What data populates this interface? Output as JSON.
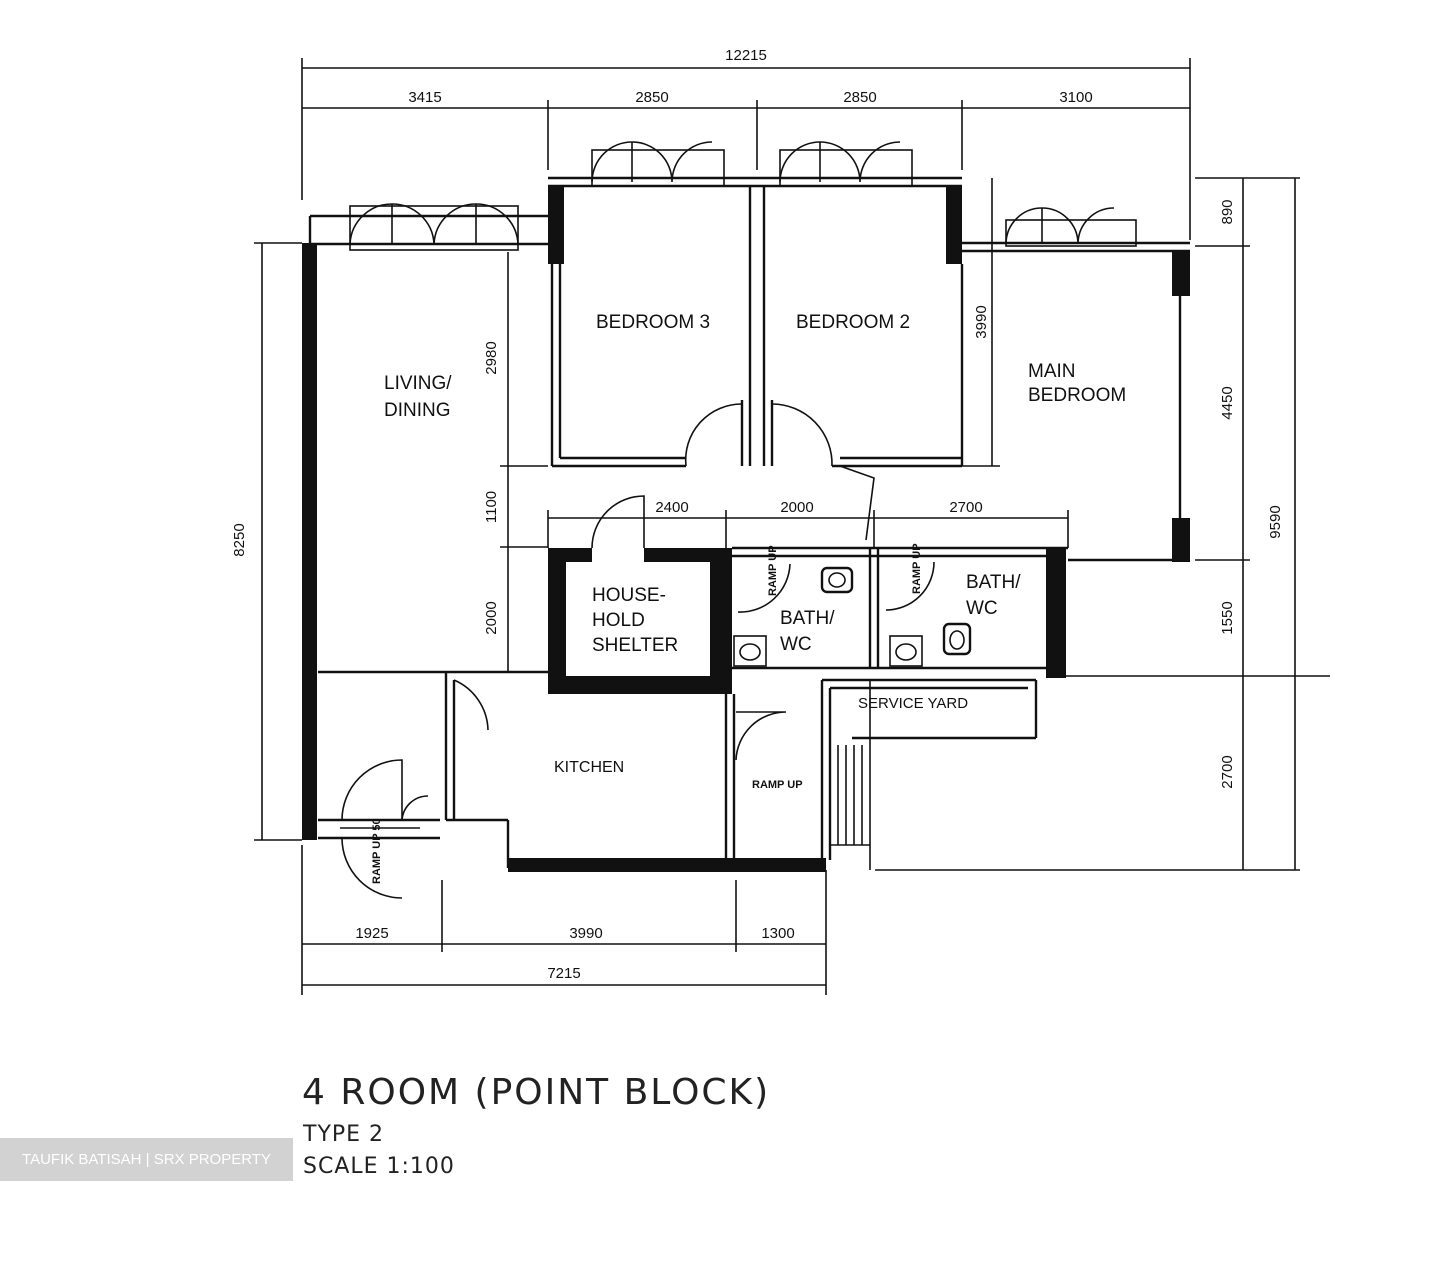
{
  "title": "4 ROOM (POINT BLOCK)",
  "type_label": "TYPE 2",
  "scale_label": "SCALE 1:100",
  "watermark": "TAUFIK BATISAH | SRX PROPERTY",
  "rooms": {
    "living": [
      "LIVING/",
      "DINING"
    ],
    "bedroom3": "BEDROOM 3",
    "bedroom2": "BEDROOM 2",
    "main_bedroom": [
      "MAIN",
      "BEDROOM"
    ],
    "shelter": [
      "HOUSE-",
      "HOLD",
      "SHELTER"
    ],
    "bath1": [
      "BATH/",
      "WC"
    ],
    "bath2": [
      "BATH/",
      "WC"
    ],
    "kitchen": "KITCHEN",
    "service": "SERVICE YARD"
  },
  "ramp_labels": [
    "RAMP UP",
    "RAMP UP",
    "RAMP UP",
    "RAMP UP 50"
  ],
  "dimensions": {
    "top_total": "12215",
    "top": [
      "3415",
      "2850",
      "2850",
      "3100"
    ],
    "mid": [
      "2400",
      "2000",
      "2700"
    ],
    "bottom": [
      "1925",
      "3990",
      "1300"
    ],
    "bottom_total": "7215",
    "left": "8250",
    "left_inner": [
      "2980",
      "1100",
      "2000"
    ],
    "bedroom2_depth": "3990",
    "right": [
      "890",
      "4450",
      "1550",
      "2700"
    ],
    "right_total": "9590"
  }
}
